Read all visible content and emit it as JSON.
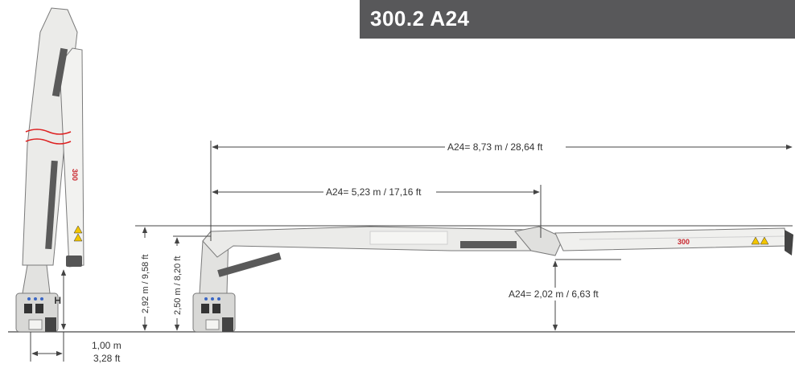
{
  "title": "300.2 A24",
  "dimensions": {
    "reach_max": "A24= 8,73 m /  28,64 ft",
    "reach_mid": "A24= 5,23 m / 17,16 ft",
    "height_total": "2,92 m / 9,58 ft",
    "height_boom": "2,50 m / 8,20 ft",
    "hook_height": "A24= 2,02 m / 6,63 ft",
    "h_label": "H",
    "width_m": "1,00 m",
    "width_ft": "3,28 ft"
  },
  "markings": {
    "model_text": "300",
    "model_text_vertical": "300"
  },
  "colors": {
    "title_bar": "#58585a",
    "crane_body": "#e8e8e6",
    "crane_outline": "#7a7a7a",
    "hydraulic": "#5a5a5a",
    "brand_red": "#c8252c",
    "warning_yellow": "#f2c500"
  }
}
